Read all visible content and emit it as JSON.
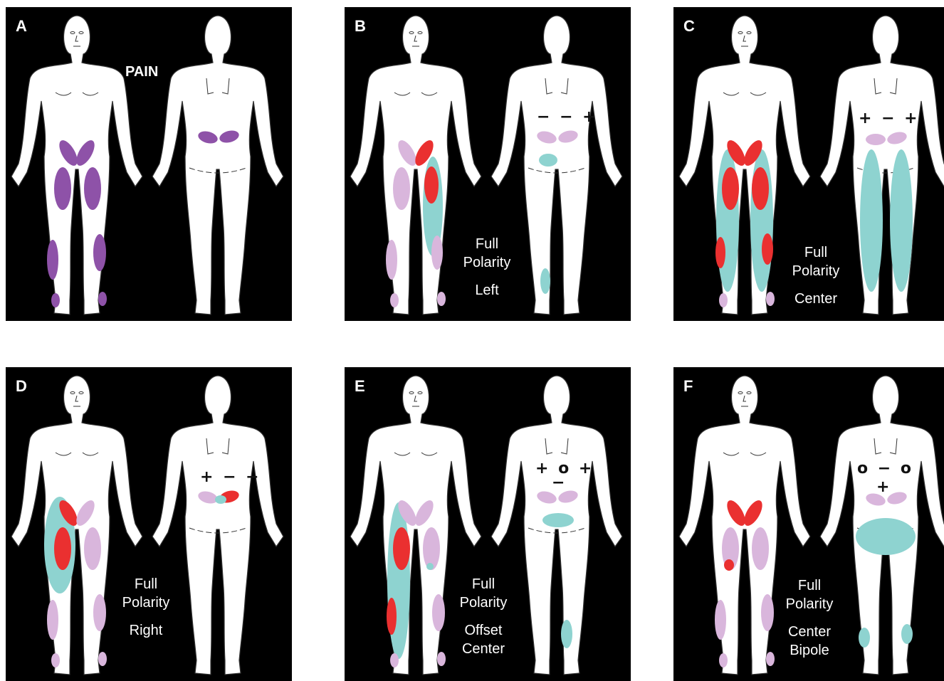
{
  "panels": [
    {
      "label": "A",
      "title": "PAIN",
      "caption": [],
      "polarity": "",
      "polarity2": ""
    },
    {
      "label": "B",
      "title": "",
      "caption": [
        "Full",
        "Polarity",
        "Left"
      ],
      "polarity": "− − +",
      "polarity2": ""
    },
    {
      "label": "C",
      "title": "",
      "caption": [
        "Full",
        "Polarity",
        "Center"
      ],
      "polarity": "+ − +",
      "polarity2": ""
    },
    {
      "label": "D",
      "title": "",
      "caption": [
        "Full",
        "Polarity",
        "Right"
      ],
      "polarity": "+ − −",
      "polarity2": ""
    },
    {
      "label": "E",
      "title": "",
      "caption": [
        "Full",
        "Polarity",
        "Offset",
        "Center"
      ],
      "polarity": "+ o +",
      "polarity2": "−"
    },
    {
      "label": "F",
      "title": "",
      "caption": [
        "Full",
        "Polarity",
        "Center",
        "Bipole"
      ],
      "polarity": "o − o",
      "polarity2": "+"
    }
  ],
  "colors": {
    "pain": "#8e52a8",
    "pain_faded": "#d9b6dc",
    "paresthesia": "#8ed3d0",
    "overlap": "#ea3030",
    "background": "#000000",
    "body": "#ffffff"
  }
}
